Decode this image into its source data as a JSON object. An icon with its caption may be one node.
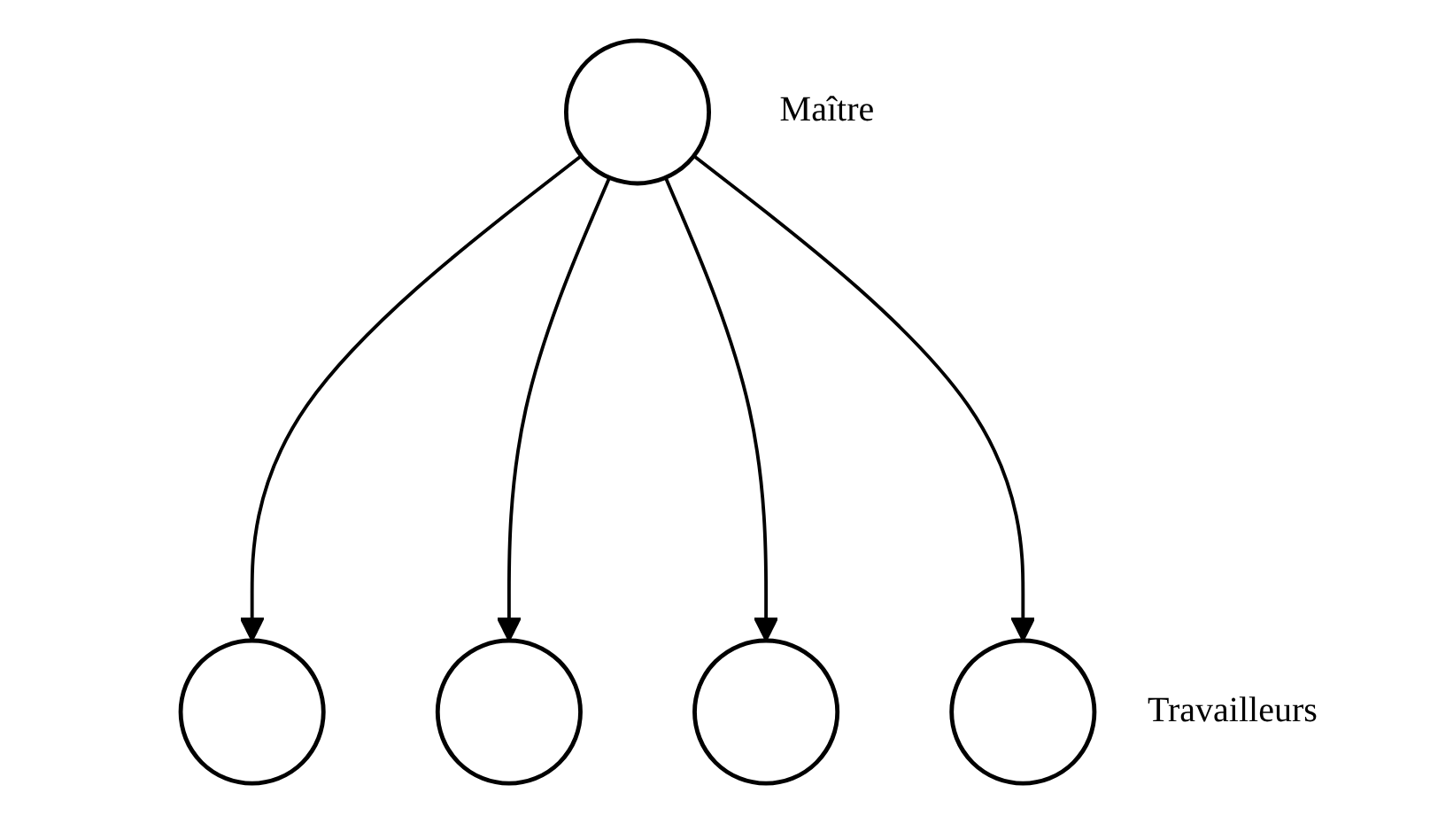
{
  "diagram": {
    "nodes": [
      {
        "text": [],
        "shape": "circle",
        "beside": [
          "Maître"
        ]
      },
      {
        "text": [],
        "shape": "circle"
      },
      {
        "text": [],
        "shape": "circle"
      },
      {
        "text": [],
        "shape": "circle"
      },
      {
        "text": [],
        "shape": "circle"
      }
    ],
    "edges": [
      {
        "from": 0,
        "to": 1,
        "arrow": "to"
      },
      {
        "from": 0,
        "to": 2,
        "arrow": "to"
      },
      {
        "from": 0,
        "to": 3,
        "arrow": "to"
      },
      {
        "from": 0,
        "to": 4,
        "arrow": "to"
      }
    ],
    "labels": [
      "Travailleurs"
    ]
  }
}
